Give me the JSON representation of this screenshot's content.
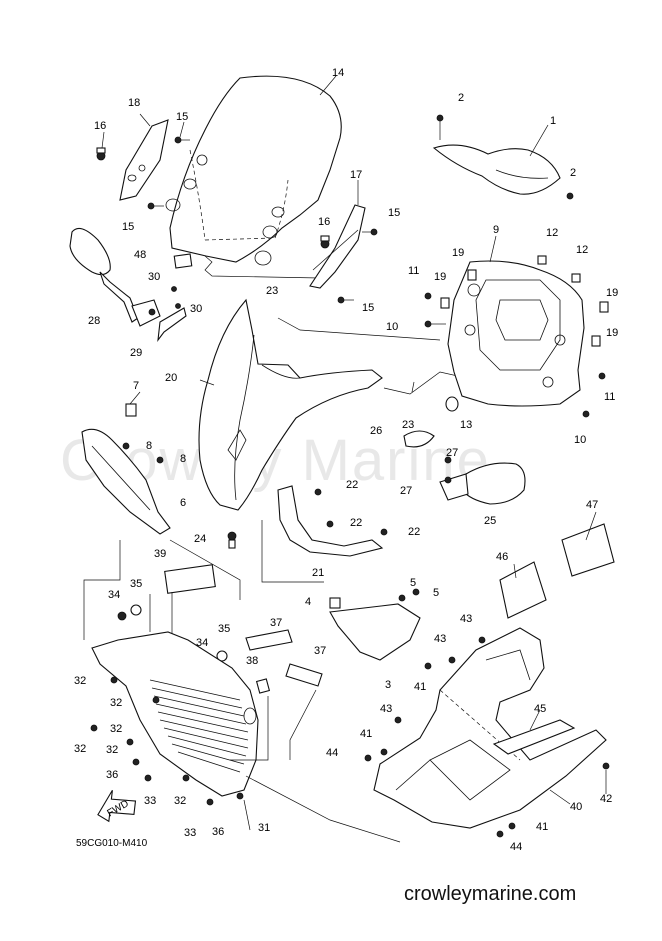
{
  "diagram": {
    "reference_code": "59CG010-M410",
    "watermark_text": "Crowley Marine",
    "site_text": "crowleymarine.com",
    "fwd_label": "FWD",
    "callouts": {
      "c1": "1",
      "c2a": "2",
      "c2b": "2",
      "c3": "3",
      "c4": "4",
      "c5a": "5",
      "c5b": "5",
      "c6": "6",
      "c7": "7",
      "c8a": "8",
      "c8b": "8",
      "c9": "9",
      "c10a": "10",
      "c10b": "10",
      "c11a": "11",
      "c11b": "11",
      "c12a": "12",
      "c12b": "12",
      "c13": "13",
      "c14": "14",
      "c15a": "15",
      "c15b": "15",
      "c15c": "15",
      "c15d": "15",
      "c16a": "16",
      "c16b": "16",
      "c17": "17",
      "c18": "18",
      "c19a": "19",
      "c19b": "19",
      "c19c": "19",
      "c19d": "19",
      "c20": "20",
      "c21": "21",
      "c22a": "22",
      "c22b": "22",
      "c22c": "22",
      "c23a": "23",
      "c23b": "23",
      "c24": "24",
      "c25": "25",
      "c26": "26",
      "c27a": "27",
      "c27b": "27",
      "c28": "28",
      "c29": "29",
      "c30a": "30",
      "c30b": "30",
      "c31": "31",
      "c32a": "32",
      "c32b": "32",
      "c32c": "32",
      "c32d": "32",
      "c32e": "32",
      "c32f": "32",
      "c33a": "33",
      "c33b": "33",
      "c34a": "34",
      "c34b": "34",
      "c35a": "35",
      "c35b": "35",
      "c36a": "36",
      "c36b": "36",
      "c37a": "37",
      "c37b": "37",
      "c38": "38",
      "c39": "39",
      "c40": "40",
      "c41a": "41",
      "c41b": "41",
      "c41c": "41",
      "c42": "42",
      "c43a": "43",
      "c43b": "43",
      "c43c": "43",
      "c44a": "44",
      "c44b": "44",
      "c45": "45",
      "c46": "46",
      "c47": "47",
      "c48": "48"
    }
  }
}
